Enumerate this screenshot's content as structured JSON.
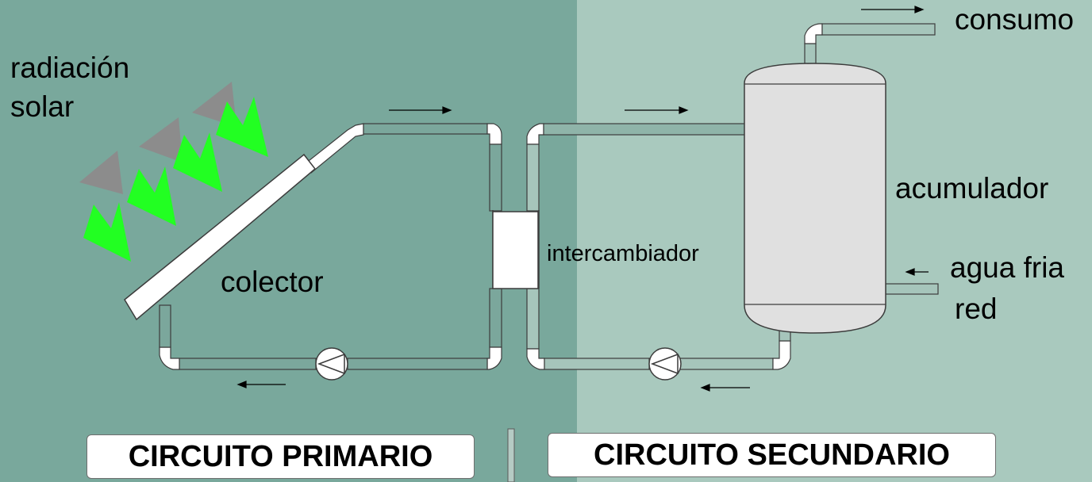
{
  "labels": {
    "radiation_line1": "radiación",
    "radiation_line2": "solar",
    "collector": "colector",
    "exchanger": "intercambiador",
    "accumulator": "acumulador",
    "consumption": "consumo",
    "cold_water_line1": "agua fria",
    "cold_water_line2": "red"
  },
  "circuits": {
    "primary": "CIRCUITO PRIMARIO",
    "secondary": "CIRCUITO SECUNDARIO"
  },
  "colors": {
    "primary_bg": "#79a89c",
    "secondary_bg": "#a9c9be",
    "radiation_green": "#22ff22",
    "radiation_gray": "#8c8c8c",
    "tank_fill": "#e0e0e0"
  }
}
